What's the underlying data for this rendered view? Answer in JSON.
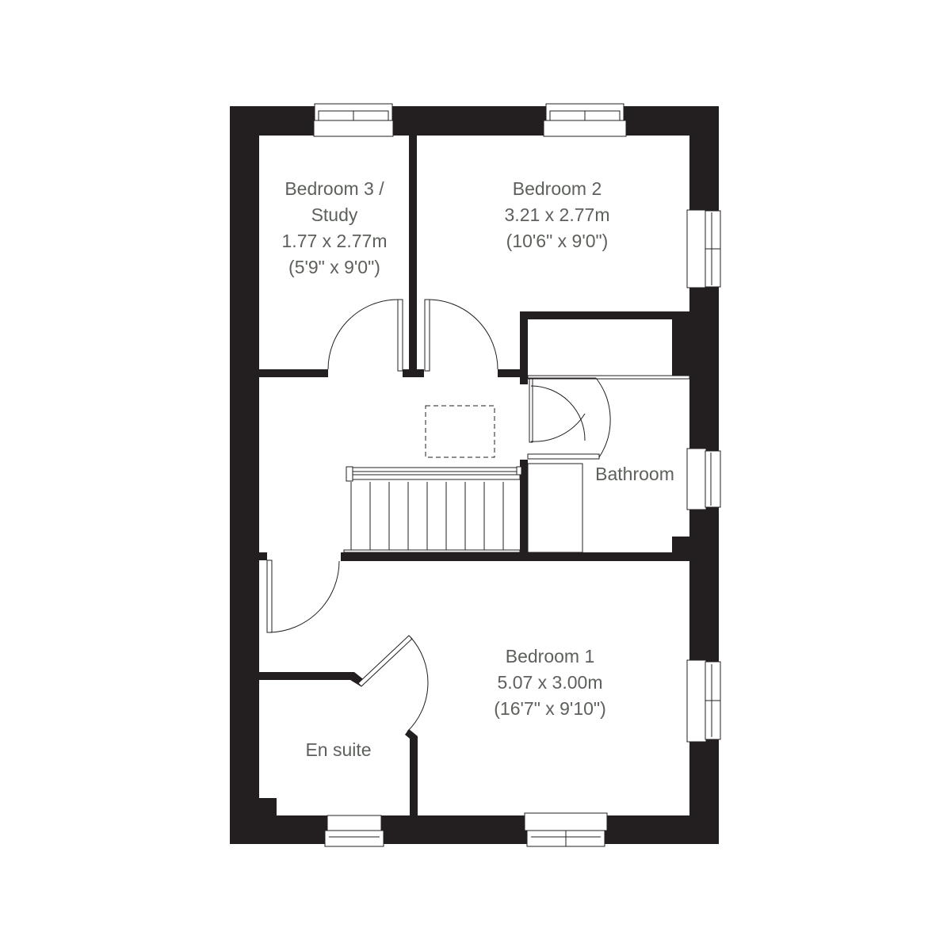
{
  "floorplan": {
    "wall_color": "#231f20",
    "background_color": "#ffffff",
    "text_color": "#5d615b",
    "rooms": [
      {
        "id": "bedroom3",
        "name": "Bedroom 3 /",
        "name2": "Study",
        "metric": "1.77 x 2.77m",
        "imperial": "(5'9\" x 9'0\")"
      },
      {
        "id": "bedroom2",
        "name": "Bedroom 2",
        "metric": "3.21 x 2.77m",
        "imperial": "(10'6\" x 9'0\")"
      },
      {
        "id": "bathroom",
        "name": "Bathroom"
      },
      {
        "id": "bedroom1",
        "name": "Bedroom 1",
        "metric": "5.07 x 3.00m",
        "imperial": "(16'7\" x 9'10\")"
      },
      {
        "id": "ensuite",
        "name": "En suite"
      }
    ]
  }
}
